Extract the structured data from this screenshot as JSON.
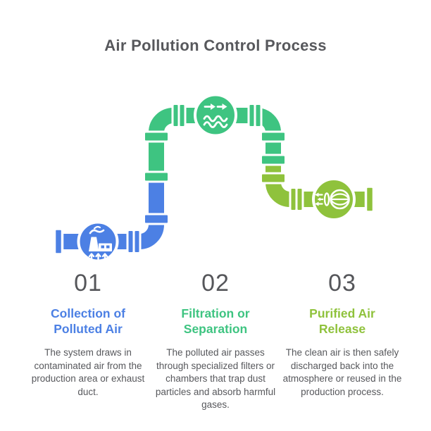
{
  "title": "Air Pollution Control Process",
  "colors": {
    "background": "#FFFFFF",
    "blue": "#4C80E4",
    "green": "#3EC481",
    "lime": "#8FC23C",
    "title_gray": "#57585C",
    "number_gray": "#55565A",
    "description_gray": "#57585C",
    "pipe_outline": "#FFFFFF"
  },
  "diagram": {
    "flow_order": [
      "collection",
      "filtration",
      "release"
    ],
    "node_icons": [
      "factory-icon",
      "filtration-waves-icon",
      "exhaust-fan-icon"
    ]
  },
  "steps": [
    {
      "number": "01",
      "heading_line1": "Collection of",
      "heading_line2": "Polluted Air",
      "description": "The system draws in contaminated air from the production area or exhaust duct.",
      "color": "#4C80E4",
      "icon": "factory-icon"
    },
    {
      "number": "02",
      "heading_line1": "Filtration or",
      "heading_line2": "Separation",
      "description": "The polluted air passes through specialized filters or chambers that trap dust particles and absorb harmful gases.",
      "color": "#3EC481",
      "icon": "filtration-waves-icon"
    },
    {
      "number": "03",
      "heading_line1": "Purified Air",
      "heading_line2": "Release",
      "description": "The clean air is then safely discharged back into the atmosphere or reused in the production process.",
      "color": "#8FC23C",
      "icon": "exhaust-fan-icon"
    }
  ]
}
